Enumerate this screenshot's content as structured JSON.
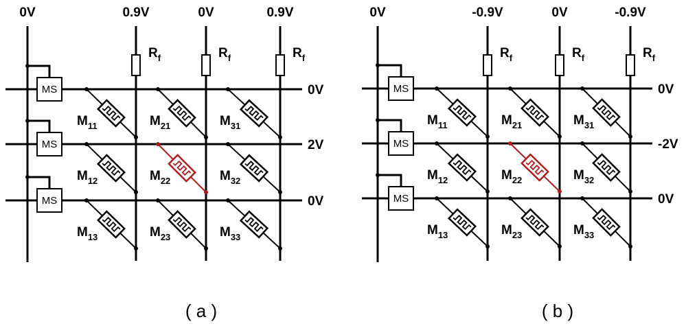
{
  "panels": [
    {
      "id": "a",
      "caption": "( a )",
      "ms_label": "MS",
      "top_voltages": [
        "0V",
        "0.9V",
        "0V",
        "0.9V"
      ],
      "row_voltages": [
        "0V",
        "2V",
        "0V"
      ],
      "resistor": {
        "name": "R",
        "sub": "f"
      },
      "memristors": [
        {
          "name": "M",
          "sub": "11"
        },
        {
          "name": "M",
          "sub": "21"
        },
        {
          "name": "M",
          "sub": "31"
        },
        {
          "name": "M",
          "sub": "12"
        },
        {
          "name": "M",
          "sub": "22",
          "selected": true
        },
        {
          "name": "M",
          "sub": "32"
        },
        {
          "name": "M",
          "sub": "13"
        },
        {
          "name": "M",
          "sub": "23"
        },
        {
          "name": "M",
          "sub": "33"
        }
      ]
    },
    {
      "id": "b",
      "caption": "( b )",
      "ms_label": "MS",
      "top_voltages": [
        "0V",
        "-0.9V",
        "0V",
        "-0.9V"
      ],
      "row_voltages": [
        "0V",
        "-2V",
        "0V"
      ],
      "resistor": {
        "name": "R",
        "sub": "f"
      },
      "memristors": [
        {
          "name": "M",
          "sub": "11"
        },
        {
          "name": "M",
          "sub": "21"
        },
        {
          "name": "M",
          "sub": "31"
        },
        {
          "name": "M",
          "sub": "12"
        },
        {
          "name": "M",
          "sub": "22",
          "selected": true
        },
        {
          "name": "M",
          "sub": "32"
        },
        {
          "name": "M",
          "sub": "13"
        },
        {
          "name": "M",
          "sub": "23"
        },
        {
          "name": "M",
          "sub": "33"
        }
      ]
    }
  ],
  "colors": {
    "wire": "#000000",
    "selected": "#b01c1c"
  }
}
